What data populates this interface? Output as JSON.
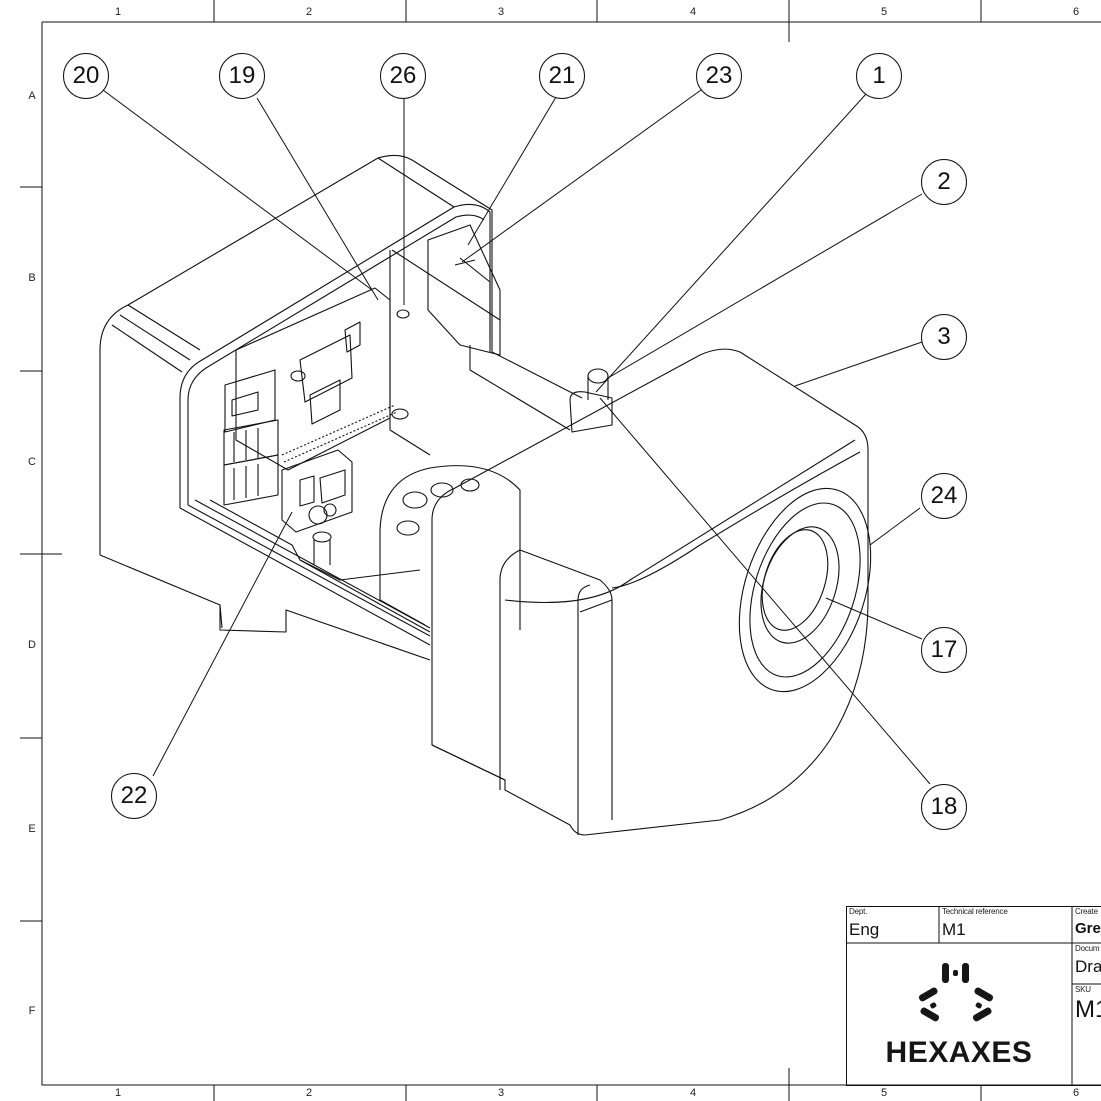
{
  "sheet": {
    "columns": [
      "1",
      "2",
      "3",
      "4",
      "5",
      "6"
    ],
    "rows": [
      "A",
      "B",
      "C",
      "D",
      "E",
      "F"
    ]
  },
  "callouts": [
    "20",
    "19",
    "26",
    "21",
    "23",
    "1",
    "2",
    "3",
    "24",
    "17",
    "18",
    "22"
  ],
  "title_block": {
    "dept_label": "Dept.",
    "dept_value": "Eng",
    "tech_ref_label": "Technical reference",
    "tech_ref_value": "M1",
    "created_label": "Create",
    "created_value": "Gre",
    "doc_label": "Docum",
    "doc_value": "Dra",
    "sku_label": "SKU",
    "sku_value": "M1",
    "logo_text": "HEXAXES"
  }
}
